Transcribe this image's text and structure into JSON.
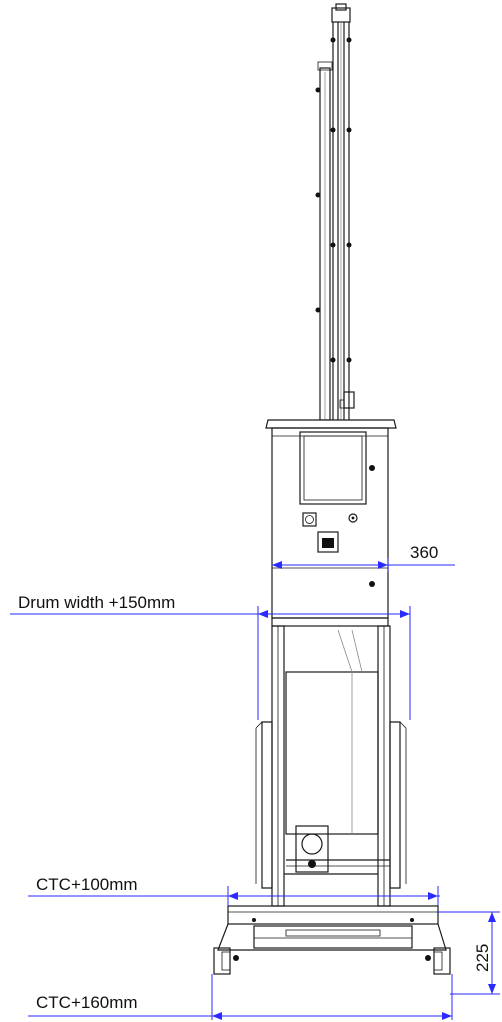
{
  "dimensions": {
    "width_360": "360",
    "drum_width": "Drum width +150mm",
    "ctc_100": "CTC+100mm",
    "ctc_160": "CTC+160mm",
    "height_225": "225"
  },
  "colors": {
    "dimension_line": "#2a2aff",
    "outline": "#1a1a1a"
  }
}
